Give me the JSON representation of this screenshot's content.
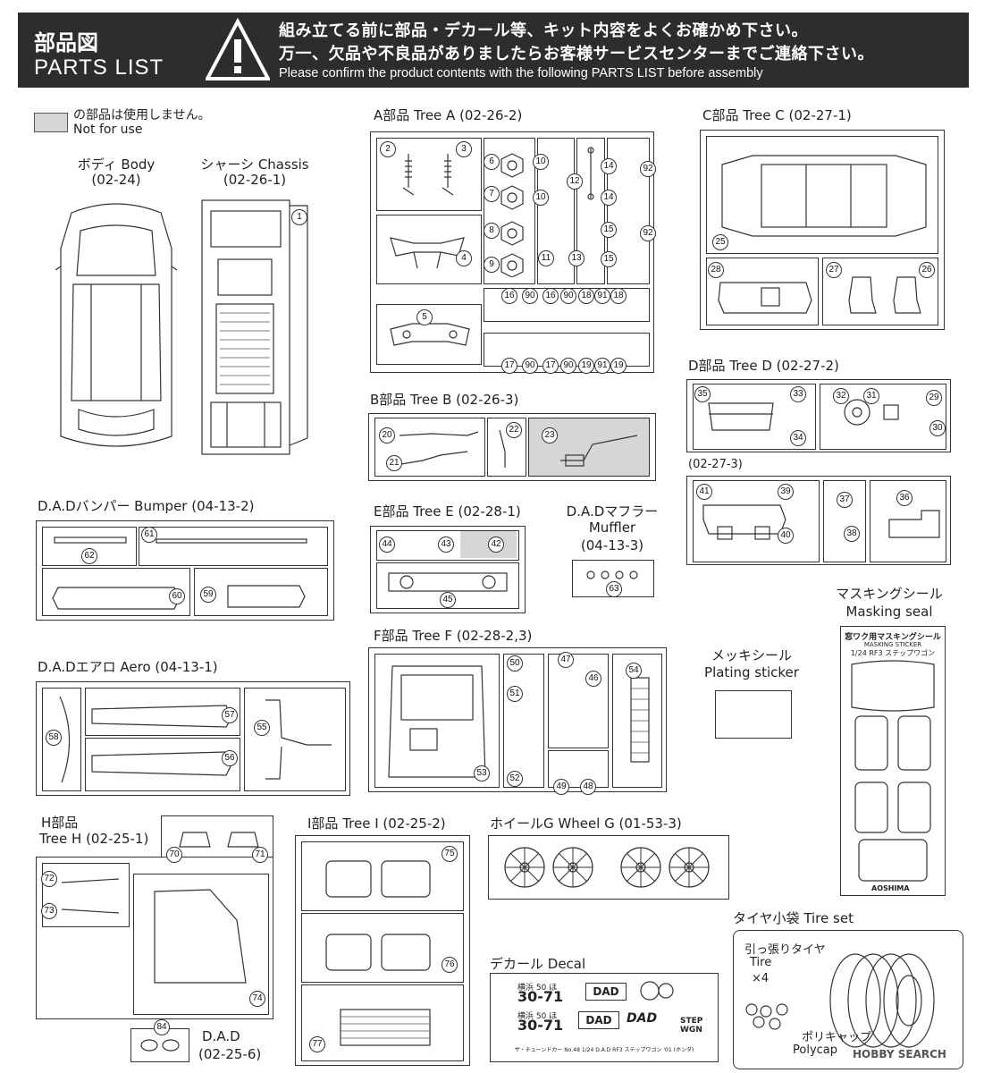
{
  "header": {
    "title_jp": "部品図",
    "title_en": "PARTS LIST",
    "notice_jp_1": "組み立てる前に部品・デカール等、キット内容をよくお確かめ下さい。",
    "notice_jp_2": "万一、欠品や不良品がありましたらお客様サービスセンターまでご連絡下さい。",
    "notice_en": "Please confirm the product contents with the following PARTS LIST before assembly"
  },
  "legend": {
    "jp": "の部品は使用しません。",
    "en": "Not for use"
  },
  "body": {
    "label": "ボディ Body",
    "code": "(02-24)"
  },
  "chassis": {
    "label": "シャーシ Chassis",
    "code": "(02-26-1)",
    "parts": [
      "1"
    ]
  },
  "tree_a": {
    "label": "A部品 Tree A (02-26-2)",
    "parts": [
      "2",
      "3",
      "4",
      "5",
      "6",
      "7",
      "8",
      "9",
      "10",
      "10",
      "11",
      "12",
      "13",
      "14",
      "14",
      "15",
      "15",
      "92",
      "92",
      "16",
      "90",
      "16",
      "90",
      "18",
      "91",
      "18",
      "17",
      "90",
      "17",
      "90",
      "19",
      "91",
      "19"
    ]
  },
  "tree_b": {
    "label": "B部品 Tree B (02-26-3)",
    "parts": [
      "20",
      "21",
      "22",
      "23"
    ]
  },
  "tree_c": {
    "label": "C部品 Tree C (02-27-1)",
    "parts": [
      "25",
      "28",
      "27",
      "26"
    ]
  },
  "tree_d": {
    "label": "D部品 Tree D (02-27-2)",
    "sub_code": "(02-27-3)",
    "parts": [
      "35",
      "33",
      "34",
      "32",
      "31",
      "29",
      "30",
      "41",
      "39",
      "40",
      "37",
      "38",
      "36"
    ]
  },
  "tree_e": {
    "label": "E部品 Tree E (02-28-1)",
    "parts": [
      "44",
      "43",
      "42",
      "45"
    ]
  },
  "muffler": {
    "label_jp": "D.A.Dマフラー",
    "label_en": "Muffler",
    "code": "(04-13-3)",
    "parts": [
      "63"
    ]
  },
  "bumper": {
    "label": "D.A.Dバンパー Bumper (04-13-2)",
    "parts": [
      "61",
      "62",
      "60",
      "59"
    ]
  },
  "aero": {
    "label": "D.A.Dエアロ Aero (04-13-1)",
    "parts": [
      "58",
      "57",
      "55",
      "56"
    ]
  },
  "tree_f": {
    "label": "F部品 Tree F (02-28-2,3)",
    "parts": [
      "53",
      "50",
      "51",
      "52",
      "47",
      "46",
      "54",
      "49",
      "48"
    ]
  },
  "plating": {
    "label_jp": "メッキシール",
    "label_en": "Plating sticker"
  },
  "masking": {
    "label_jp": "マスキングシール",
    "label_en": "Masking seal",
    "sheet_title": "窓ワク用マスキングシール",
    "sheet_sub": "MASKING STICKER",
    "sheet_model": "1/24 RF3 ステップワゴン",
    "brand": "AOSHIMA"
  },
  "tree_h": {
    "label_jp": "H部品",
    "label_en": "Tree H (02-25-1)",
    "parts": [
      "70",
      "71",
      "72",
      "73",
      "74"
    ]
  },
  "tree_i": {
    "label": "I部品 Tree I (02-25-2)",
    "parts": [
      "75",
      "76",
      "77"
    ]
  },
  "dad": {
    "label": "D.A.D",
    "code": "(02-25-6)",
    "parts": [
      "84"
    ]
  },
  "wheel": {
    "label": "ホイールG Wheel G (01-53-3)"
  },
  "decal": {
    "label": "デカール Decal",
    "plate": "30-71",
    "plate_top": "横浜 50 ほ",
    "logo": "DAD",
    "step": "STEP WGN",
    "sheet_note": "ザ・チューンドカー No.48 1/24 D.A.D RF3 ステップワゴン '01 (ホンダ)"
  },
  "tire": {
    "label": "タイヤ小袋 Tire set",
    "tire_jp": "引っ張りタイヤ",
    "tire_en": "Tire",
    "qty": "×4",
    "cap_jp": "ポリキャップ",
    "cap_en": "Polycap"
  },
  "watermark": "HOBBY SEARCH",
  "colors": {
    "header_bg": "#2d2d2d",
    "not_for_use": "#d6d6d6",
    "line": "#333333"
  }
}
